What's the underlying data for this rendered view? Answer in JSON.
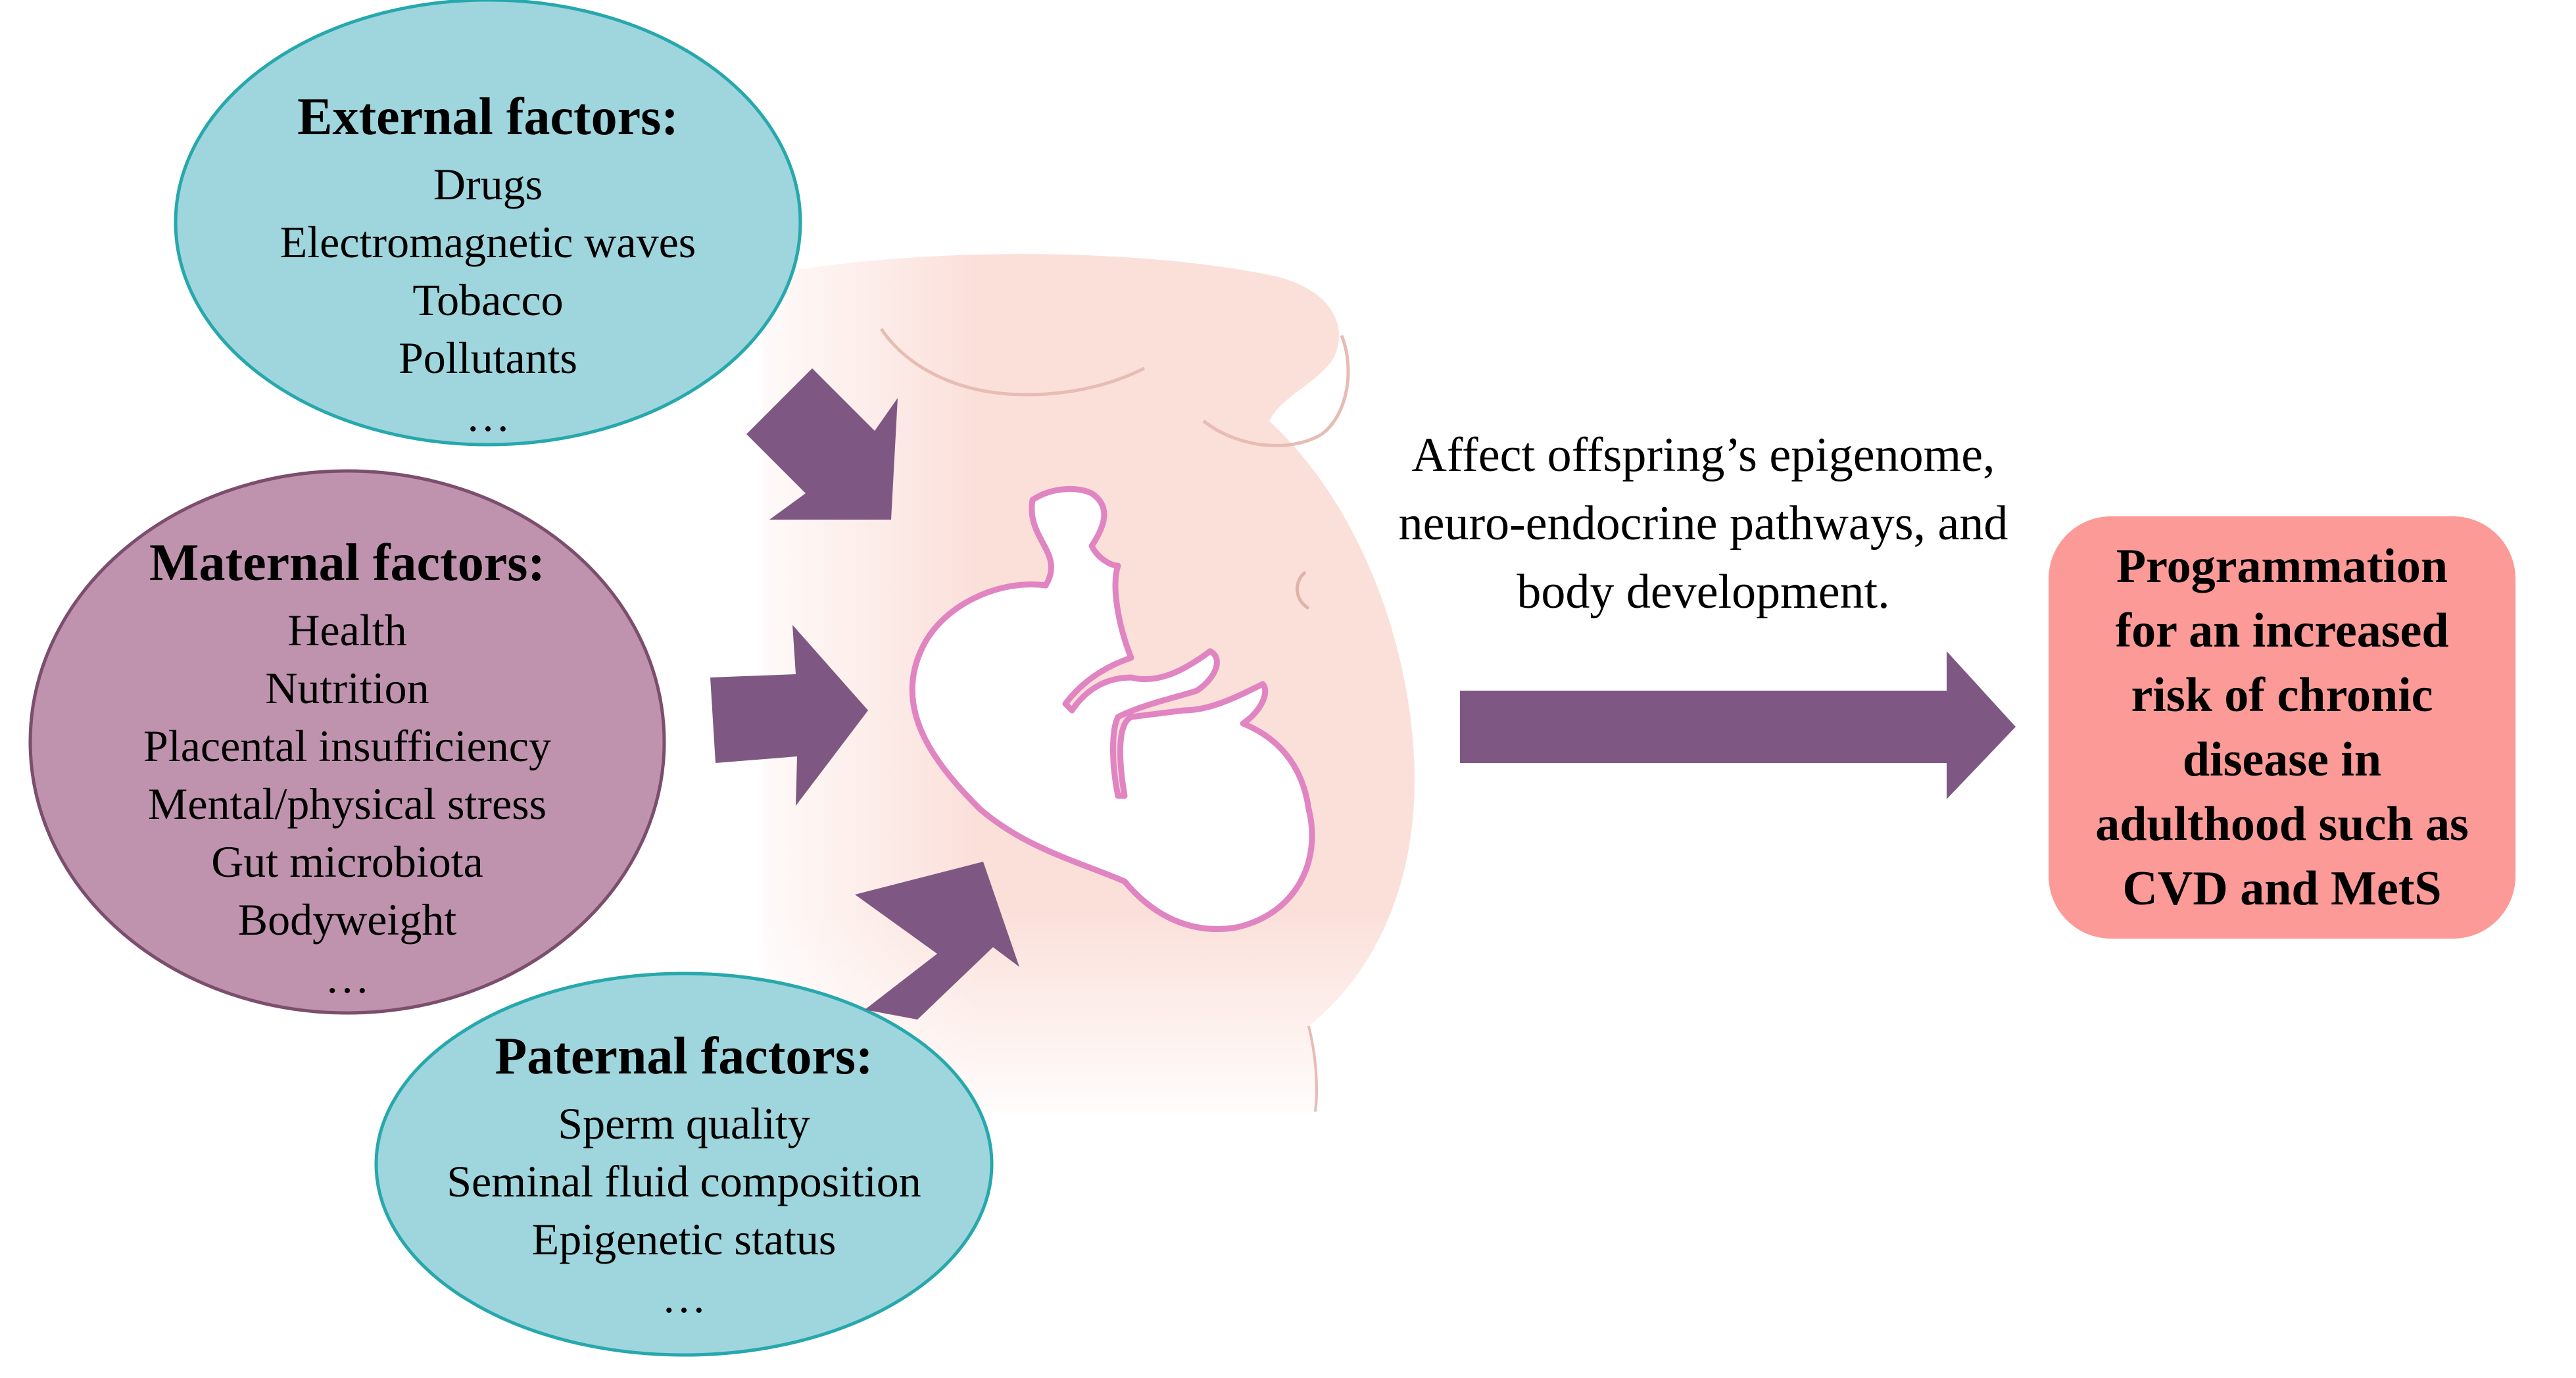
{
  "colors": {
    "external_fill": "#9fd5dc",
    "external_stroke": "#26a8ad",
    "maternal_fill": "#bf93ae",
    "maternal_stroke": "#7c4e6d",
    "paternal_fill": "#9fd5dc",
    "paternal_stroke": "#26a8ad",
    "arrow": "#7e5883",
    "outcome_fill": "#fb9a97",
    "belly_skin": "#fbe0da",
    "fetus_outline": "#e184c2"
  },
  "external": {
    "title": "External factors:",
    "items": [
      "Drugs",
      "Electromagnetic waves",
      "Tobacco",
      "Pollutants",
      "…"
    ]
  },
  "maternal": {
    "title": "Maternal factors:",
    "items": [
      "Health",
      "Nutrition",
      "Placental insufficiency",
      "Mental/physical stress",
      "Gut microbiota",
      "Bodyweight",
      "…"
    ]
  },
  "paternal": {
    "title": "Paternal factors:",
    "items": [
      "Sperm quality",
      "Seminal fluid composition",
      "Epigenetic status",
      "…"
    ]
  },
  "effect": {
    "lines": [
      "Affect offspring’s epigenome,",
      "neuro-endocrine pathways, and",
      "body development."
    ]
  },
  "outcome": {
    "lines": [
      "Programmation",
      "for an increased",
      "risk of chronic",
      "disease in",
      "adulthood such as",
      "CVD and MetS"
    ]
  }
}
